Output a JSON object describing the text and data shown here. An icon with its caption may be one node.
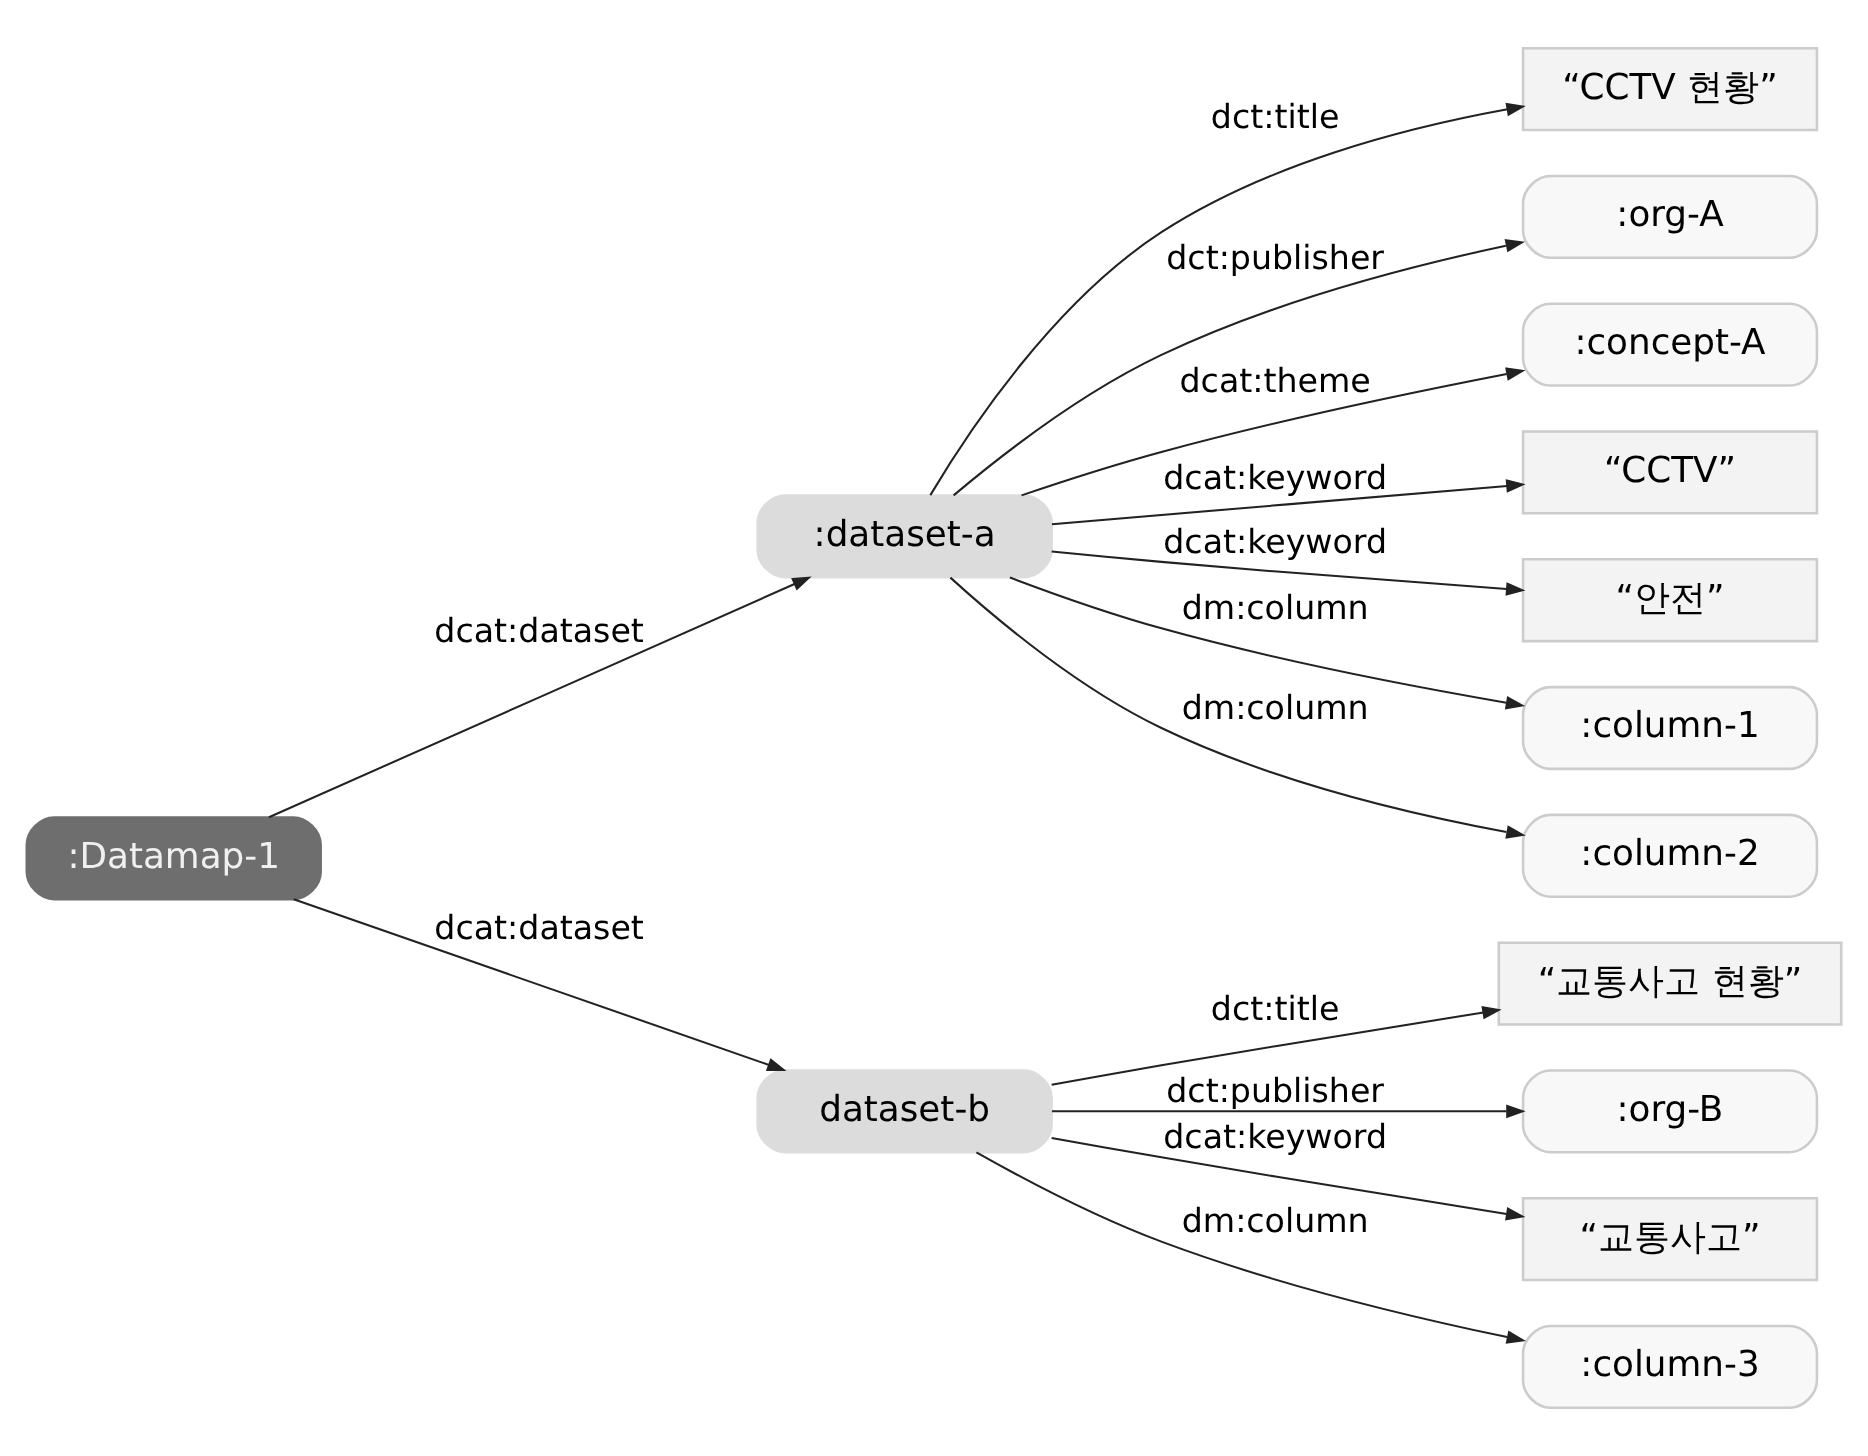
{
  "diagram": {
    "nodes": [
      {
        "text": [
          ":Datamap-1"
        ]
      },
      {
        "text": [
          ":dataset-a"
        ]
      },
      {
        "text": [
          "dataset-b"
        ]
      },
      {
        "text": [
          "“CCTV 현황”"
        ]
      },
      {
        "text": [
          ":org-A"
        ]
      },
      {
        "text": [
          ":concept-A"
        ]
      },
      {
        "text": [
          "“CCTV”"
        ]
      },
      {
        "text": [
          "“안전”"
        ]
      },
      {
        "text": [
          ":column-1"
        ]
      },
      {
        "text": [
          ":column-2"
        ]
      },
      {
        "text": [
          "“교통사고 현황”"
        ]
      },
      {
        "text": [
          ":org-B"
        ]
      },
      {
        "text": [
          "“교통사고”"
        ]
      },
      {
        "text": [
          ":column-3"
        ]
      }
    ],
    "edges": [
      {
        "from": 0,
        "to": 1,
        "arrow": "to",
        "label": "dcat:dataset"
      },
      {
        "from": 0,
        "to": 2,
        "arrow": "to",
        "label": "dcat:dataset"
      },
      {
        "from": 1,
        "to": 3,
        "arrow": "to",
        "label": "dct:title"
      },
      {
        "from": 1,
        "to": 4,
        "arrow": "to",
        "label": "dct:publisher"
      },
      {
        "from": 1,
        "to": 5,
        "arrow": "to",
        "label": "dcat:theme"
      },
      {
        "from": 1,
        "to": 6,
        "arrow": "to",
        "label": "dcat:keyword"
      },
      {
        "from": 1,
        "to": 7,
        "arrow": "to",
        "label": "dcat:keyword"
      },
      {
        "from": 1,
        "to": 8,
        "arrow": "to",
        "label": "dm:column"
      },
      {
        "from": 1,
        "to": 9,
        "arrow": "to",
        "label": "dm:column"
      },
      {
        "from": 2,
        "to": 10,
        "arrow": "to",
        "label": "dct:title"
      },
      {
        "from": 2,
        "to": 11,
        "arrow": "to",
        "label": "dct:publisher"
      },
      {
        "from": 2,
        "to": 12,
        "arrow": "to",
        "label": "dcat:keyword"
      },
      {
        "from": 2,
        "to": 13,
        "arrow": "to",
        "label": "dm:column"
      }
    ]
  }
}
